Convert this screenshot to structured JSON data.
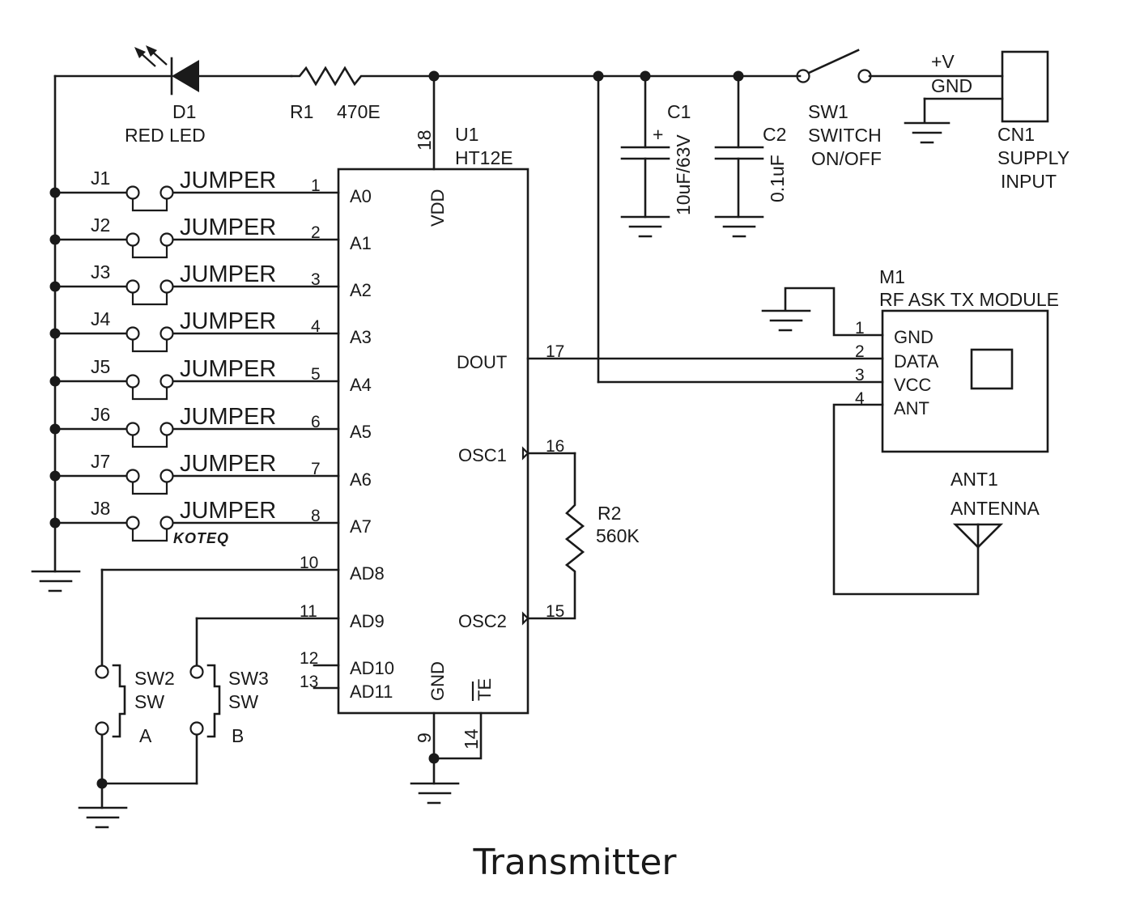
{
  "title": "Transmitter",
  "colors": {
    "ink": "#1a1a1a",
    "background": "#ffffff"
  },
  "components": {
    "d1": {
      "ref": "D1",
      "value": "RED LED"
    },
    "r1": {
      "ref": "R1",
      "value": "470E"
    },
    "c1": {
      "ref": "C1",
      "value": "10uF/63V",
      "polarity": "+"
    },
    "c2": {
      "ref": "C2",
      "value": "0.1uF"
    },
    "sw1": {
      "ref": "SW1",
      "line1": "SWITCH",
      "line2": "ON/OFF"
    },
    "cn1": {
      "ref": "CN1",
      "line1": "SUPPLY",
      "line2": "INPUT",
      "pin_vplus": "+V",
      "pin_gnd": "GND"
    },
    "u1": {
      "ref": "U1",
      "part": "HT12E",
      "vdd": "VDD",
      "gnd": "GND",
      "te": "TE",
      "dout": "DOUT",
      "osc1": "OSC1",
      "osc2": "OSC2",
      "left_pins": [
        {
          "name": "A0",
          "num": "1"
        },
        {
          "name": "A1",
          "num": "2"
        },
        {
          "name": "A2",
          "num": "3"
        },
        {
          "name": "A3",
          "num": "4"
        },
        {
          "name": "A4",
          "num": "5"
        },
        {
          "name": "A5",
          "num": "6"
        },
        {
          "name": "A6",
          "num": "7"
        },
        {
          "name": "A7",
          "num": "8"
        },
        {
          "name": "AD8",
          "num": "10"
        },
        {
          "name": "AD9",
          "num": "11"
        },
        {
          "name": "AD10",
          "num": "12"
        },
        {
          "name": "AD11",
          "num": "13"
        }
      ],
      "pin_vdd": "18",
      "pin_dout": "17",
      "pin_osc1": "16",
      "pin_osc2": "15",
      "pin_gnd": "9",
      "pin_te": "14"
    },
    "jumpers": [
      {
        "ref": "J1",
        "label": "JUMPER"
      },
      {
        "ref": "J2",
        "label": "JUMPER"
      },
      {
        "ref": "J3",
        "label": "JUMPER"
      },
      {
        "ref": "J4",
        "label": "JUMPER"
      },
      {
        "ref": "J5",
        "label": "JUMPER"
      },
      {
        "ref": "J6",
        "label": "JUMPER"
      },
      {
        "ref": "J7",
        "label": "JUMPER"
      },
      {
        "ref": "J8",
        "label": "JUMPER"
      }
    ],
    "r2": {
      "ref": "R2",
      "value": "560K"
    },
    "m1": {
      "ref": "M1",
      "name": "RF ASK TX MODULE",
      "pins": [
        {
          "num": "1",
          "name": "GND"
        },
        {
          "num": "2",
          "name": "DATA"
        },
        {
          "num": "3",
          "name": "VCC"
        },
        {
          "num": "4",
          "name": "ANT"
        }
      ]
    },
    "ant1": {
      "ref": "ANT1",
      "name": "ANTENNA"
    },
    "sw2": {
      "ref": "SW2",
      "type": "SW",
      "label": "A"
    },
    "sw3": {
      "ref": "SW3",
      "type": "SW",
      "label": "B"
    }
  },
  "watermark": "KOTEQ"
}
